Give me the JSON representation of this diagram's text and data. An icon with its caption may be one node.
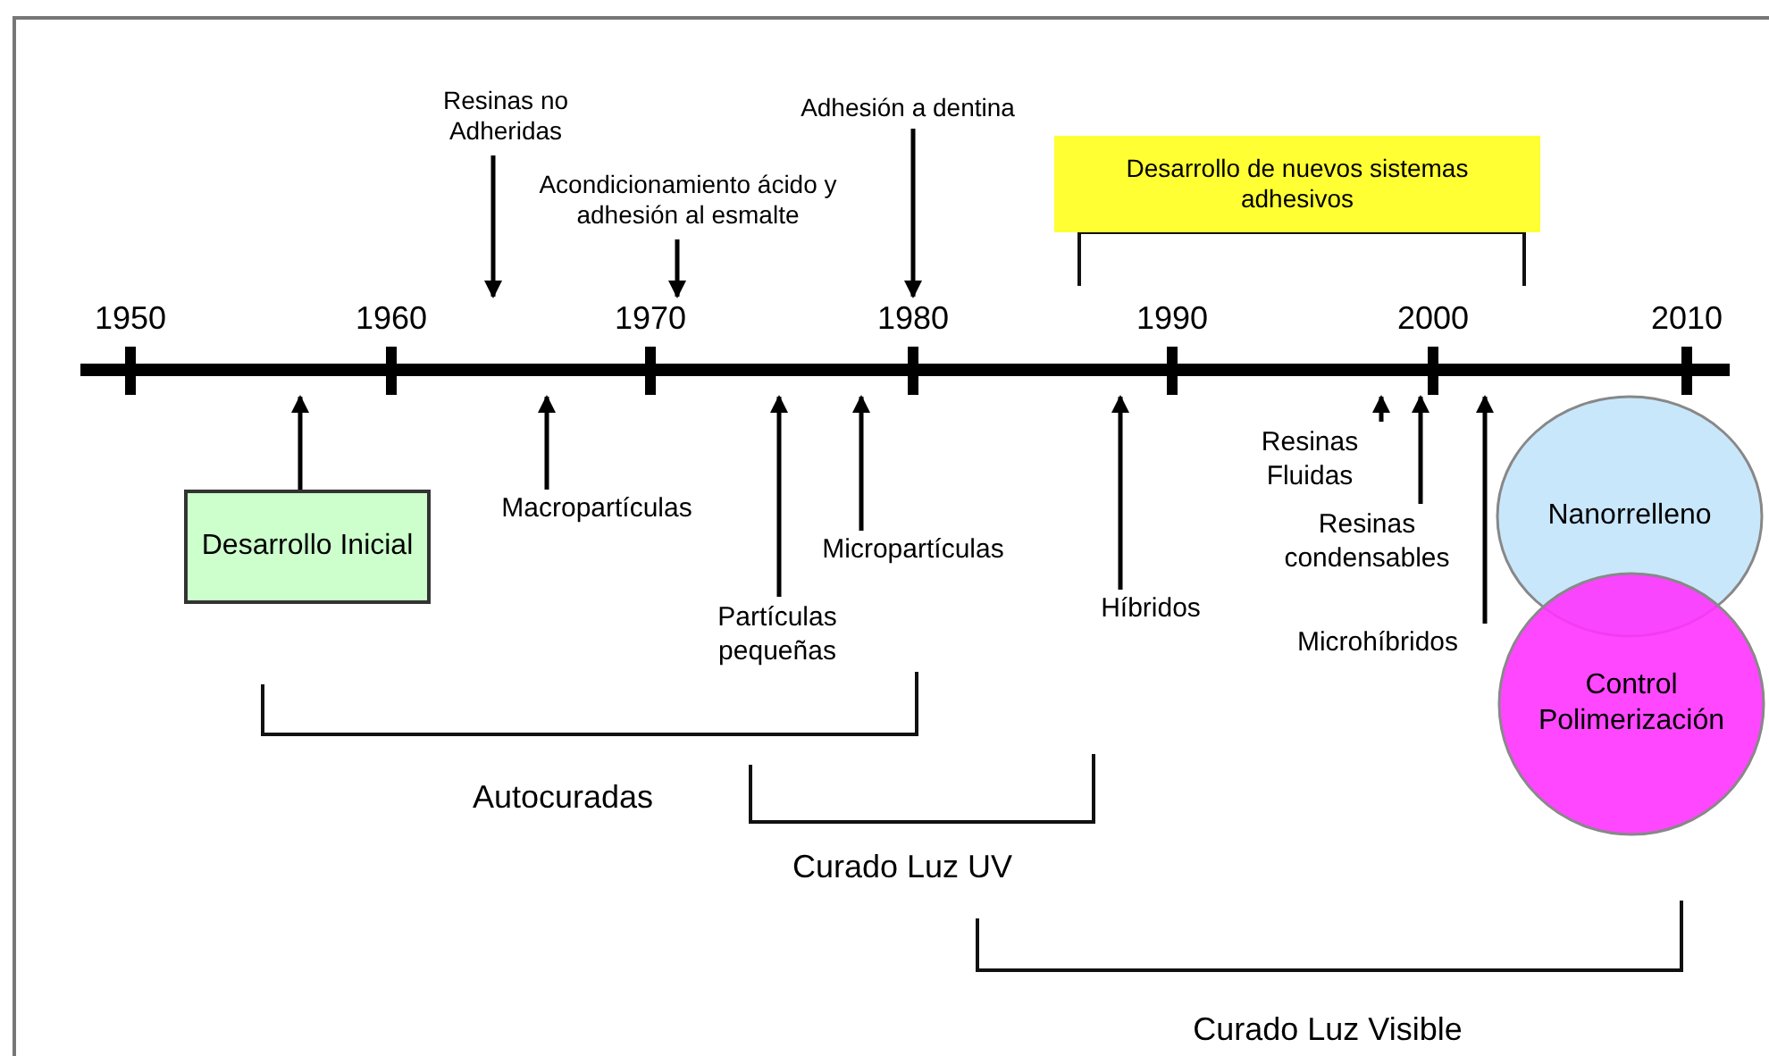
{
  "diagram": {
    "nodes": [
      {
        "text": [
          "Resinas no Adheridas"
        ]
      },
      {
        "text": [
          "Adhesión a dentina"
        ]
      },
      {
        "text": [
          "Acondicionamiento ácido y adhesión al esmalte"
        ]
      },
      {
        "text": [
          "Desarrollo de nuevos sistemas adhesivos"
        ]
      },
      {
        "text": [
          "1950",
          "1960",
          "1970",
          "1980",
          "1990",
          "2000",
          "2010"
        ]
      },
      {
        "text": [
          "Desarrollo Inicial"
        ]
      },
      {
        "text": [
          "Macropartículas"
        ]
      },
      {
        "text": [
          "Micropartículas"
        ]
      },
      {
        "text": [
          "Partículas pequeñas"
        ]
      },
      {
        "text": [
          "Híbridos"
        ]
      },
      {
        "text": [
          "Resinas Fluidas"
        ]
      },
      {
        "text": [
          "Nanorrelleno"
        ]
      },
      {
        "text": [
          "Resinas condensables"
        ]
      },
      {
        "text": [
          "Microhíbridos"
        ]
      },
      {
        "text": [
          "Control Polimerización"
        ]
      }
    ],
    "edges": [
      {
        "from": 0,
        "to": 4,
        "arrow": "to"
      },
      {
        "from": 1,
        "to": 4,
        "arrow": "to"
      },
      {
        "from": 2,
        "to": 4,
        "arrow": "to"
      },
      {
        "from": 5,
        "to": 4,
        "arrow": "to"
      },
      {
        "from": 6,
        "to": 4,
        "arrow": "to"
      },
      {
        "from": 7,
        "to": 4,
        "arrow": "to"
      },
      {
        "from": 8,
        "to": 4,
        "arrow": "to"
      },
      {
        "from": 9,
        "to": 4,
        "arrow": "to"
      },
      {
        "from": 10,
        "to": 4,
        "arrow": "to"
      },
      {
        "from": 12,
        "to": 4,
        "arrow": "to"
      },
      {
        "from": 13,
        "to": 4,
        "arrow": "to"
      }
    ],
    "labels": [
      "Autocuradas",
      "Curado Luz UV",
      "Curado Luz Visible"
    ]
  }
}
